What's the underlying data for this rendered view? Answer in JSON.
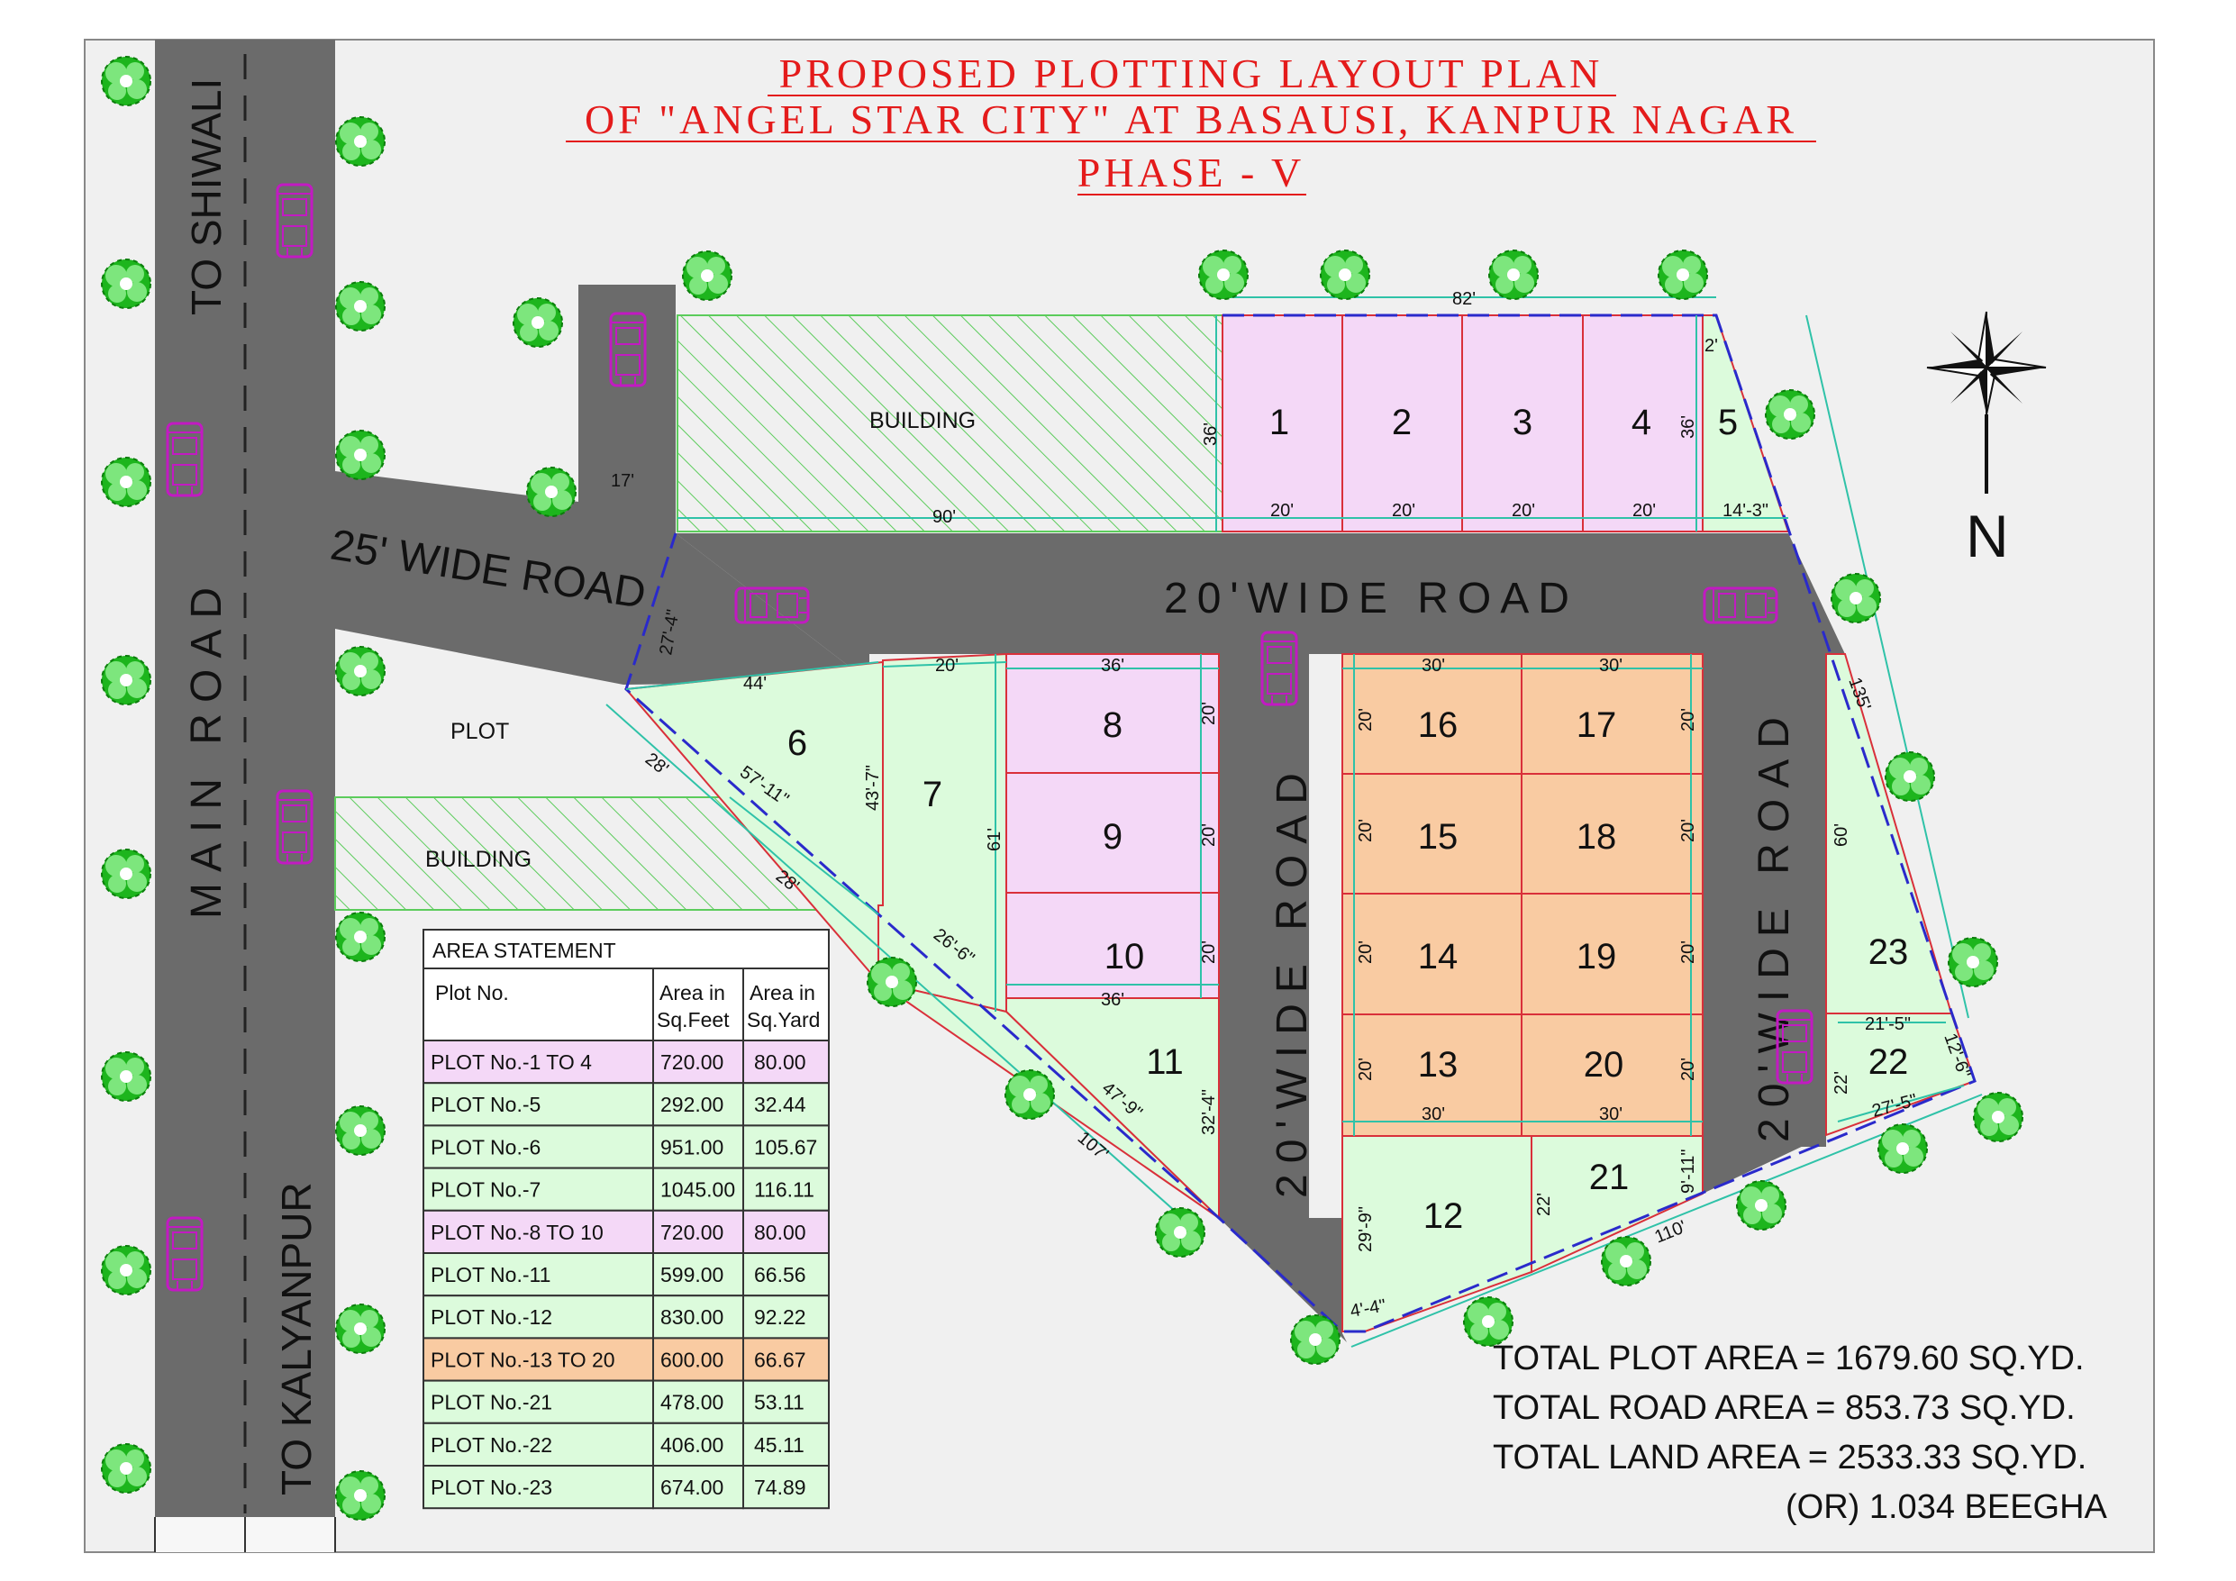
{
  "title": {
    "line1": "PROPOSED PLOTTING LAYOUT PLAN",
    "line2": "OF \"ANGEL STAR CITY\"  AT BASAUSI, KANPUR NAGAR",
    "line3": "PHASE - V"
  },
  "roads": {
    "main": "MAIN ROAD",
    "to_shiwali": "TO SHIWALI",
    "to_kalyanpur": "TO KALYANPUR",
    "wide25": "25' WIDE ROAD",
    "wide20_top": "20'WIDE ROAD",
    "wide20_mid": "20'WIDE ROAD",
    "wide20_right": "20'WIDE ROAD"
  },
  "labels": {
    "building_top": "BUILDING",
    "building_bottom": "BUILDING",
    "plot": "PLOT",
    "north": "N"
  },
  "colors": {
    "road": "#6b6b6b",
    "plot_pink": "#f4d8f7",
    "plot_green": "#dcfbdc",
    "plot_orange": "#f9cba2",
    "title_red": "#e41b1b",
    "tree_green": "#1db51d",
    "car_magenta": "#c21ac2",
    "boundary_blue": "#2a2acb",
    "line_red": "#d9303a"
  },
  "plots": {
    "p1": "1",
    "p2": "2",
    "p3": "3",
    "p4": "4",
    "p5": "5",
    "p6": "6",
    "p7": "7",
    "p8": "8",
    "p9": "9",
    "p10": "10",
    "p11": "11",
    "p12": "12",
    "p13": "13",
    "p14": "14",
    "p15": "15",
    "p16": "16",
    "p17": "17",
    "p18": "18",
    "p19": "19",
    "p20": "20",
    "p21": "21",
    "p22": "22",
    "p23": "23"
  },
  "dims": {
    "d82": "82'",
    "d36a": "36'",
    "d36b": "36'",
    "d2": "2'",
    "d20a": "20'",
    "d20b": "20'",
    "d20c": "20'",
    "d20d": "20'",
    "d14_3": "14'-3\"",
    "d90": "90'",
    "d17": "17'",
    "d27_4": "27'-4\"",
    "d44": "44'",
    "d20e": "20'",
    "d36c": "36'",
    "d28a": "28'",
    "d57_11": "57'-11\"",
    "d43_7": "43'-7\"",
    "d61": "61'",
    "d28b": "28'",
    "d26_6": "26'-6\"",
    "d20_8": "20'",
    "d20_9": "20'",
    "d20_10": "20'",
    "d36d": "36'",
    "d47_9": "47'-9\"",
    "d107": "107'",
    "d32_4": "32'-4\"",
    "d4_4": "4'-4\"",
    "d30a": "30'",
    "d30b": "30'",
    "d30c": "30'",
    "d30d": "30'",
    "d20_16": "20'",
    "d20_15": "20'",
    "d20_14": "20'",
    "d20_13": "20'",
    "d20_17": "20'",
    "d20_18": "20'",
    "d20_19": "20'",
    "d20_20": "20'",
    "d29_9": "29'-9\"",
    "d22a": "22'",
    "d9_11": "9'-11\"",
    "d110": "110'",
    "d135": "135'",
    "d60": "60'",
    "d21_5": "21'-5\"",
    "d12_6": "12'-6\"",
    "d22b": "22'",
    "d27_5": "27'-5\""
  },
  "area_statement": {
    "title": "AREA STATEMENT",
    "headers": [
      "Plot No.",
      "Area in",
      "Sq.Feet",
      "Area in",
      "Sq.Yard"
    ],
    "rows": [
      {
        "plot": "PLOT No.-1 TO 4",
        "sqft": "720.00",
        "sqyd": "80.00",
        "color": "#f4d8f7"
      },
      {
        "plot": "PLOT No.-5",
        "sqft": "292.00",
        "sqyd": "32.44",
        "color": "#dcfbdc"
      },
      {
        "plot": "PLOT No.-6",
        "sqft": "951.00",
        "sqyd": "105.67",
        "color": "#dcfbdc"
      },
      {
        "plot": "PLOT No.-7",
        "sqft": "1045.00",
        "sqyd": "116.11",
        "color": "#dcfbdc"
      },
      {
        "plot": "PLOT No.-8 TO 10",
        "sqft": "720.00",
        "sqyd": "80.00",
        "color": "#f4d8f7"
      },
      {
        "plot": "PLOT No.-11",
        "sqft": "599.00",
        "sqyd": "66.56",
        "color": "#dcfbdc"
      },
      {
        "plot": "PLOT No.-12",
        "sqft": "830.00",
        "sqyd": "92.22",
        "color": "#dcfbdc"
      },
      {
        "plot": "PLOT No.-13 TO 20",
        "sqft": "600.00",
        "sqyd": "66.67",
        "color": "#f9cba2"
      },
      {
        "plot": "PLOT No.-21",
        "sqft": "478.00",
        "sqyd": "53.11",
        "color": "#dcfbdc"
      },
      {
        "plot": "PLOT No.-22",
        "sqft": "406.00",
        "sqyd": "45.11",
        "color": "#dcfbdc"
      },
      {
        "plot": "PLOT No.-23",
        "sqft": "674.00",
        "sqyd": "74.89",
        "color": "#dcfbdc"
      }
    ]
  },
  "totals": {
    "plot": "TOTAL PLOT AREA = 1679.60 SQ.YD.",
    "road": "TOTAL ROAD AREA = 853.73 SQ.YD.",
    "land": "TOTAL LAND AREA = 2533.33 SQ.YD.",
    "beegha": "(OR) 1.034 BEEGHA"
  }
}
